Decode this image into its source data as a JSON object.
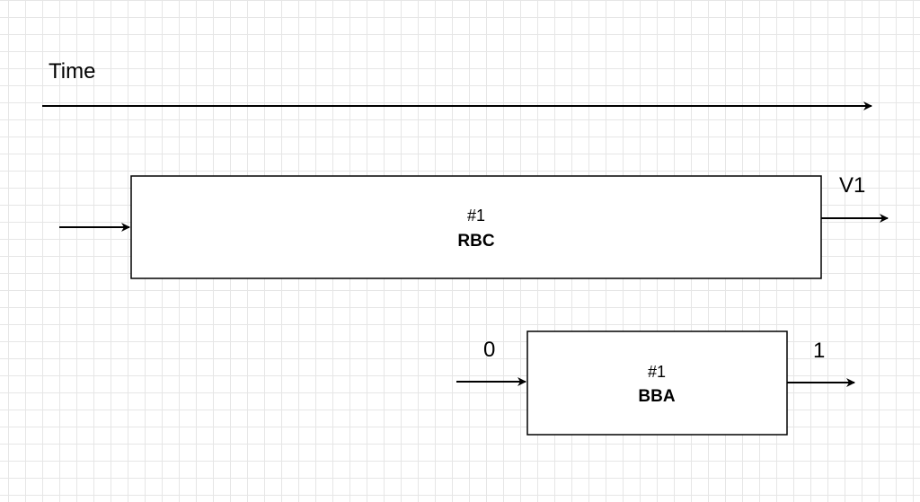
{
  "colors": {
    "background": "#ffffff",
    "grid": "#e6e6e6",
    "stroke": "#000000"
  },
  "timeline": {
    "label": "Time"
  },
  "blocks": [
    {
      "id": "#1",
      "name": "RBC",
      "input_label": "",
      "output_label": "V1"
    },
    {
      "id": "#1",
      "name": "BBA",
      "input_label": "0",
      "output_label": "1"
    }
  ]
}
